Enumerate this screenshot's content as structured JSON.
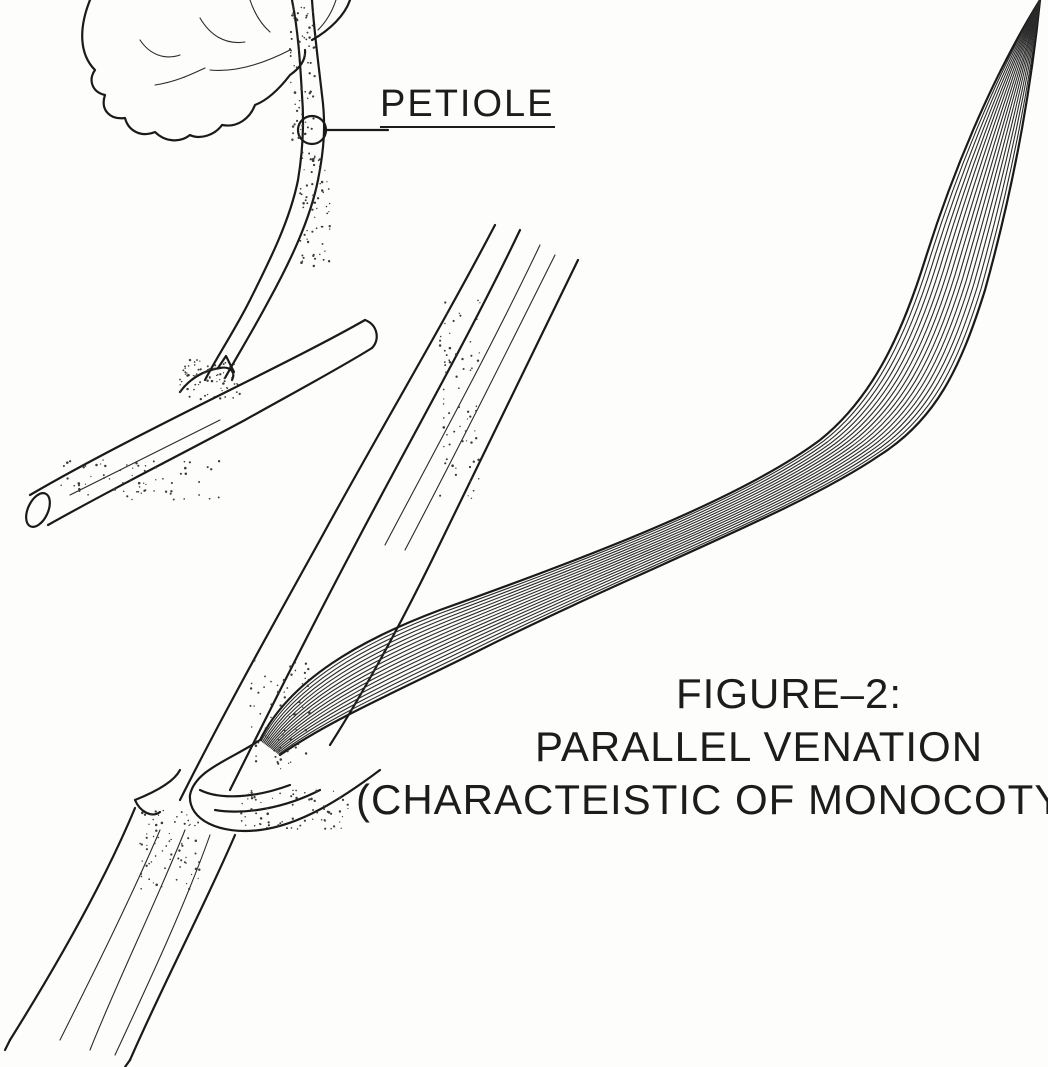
{
  "labels": {
    "petiole": "PETIOLE",
    "figure_title": "FIGURE–2:",
    "figure_subtitle": "PARALLEL VENATION",
    "figure_note": "(CHARACTEISTIC OF MONOCOTYL"
  },
  "colors": {
    "ink": "#1a1a1a",
    "paper": "#fdfdfb"
  }
}
